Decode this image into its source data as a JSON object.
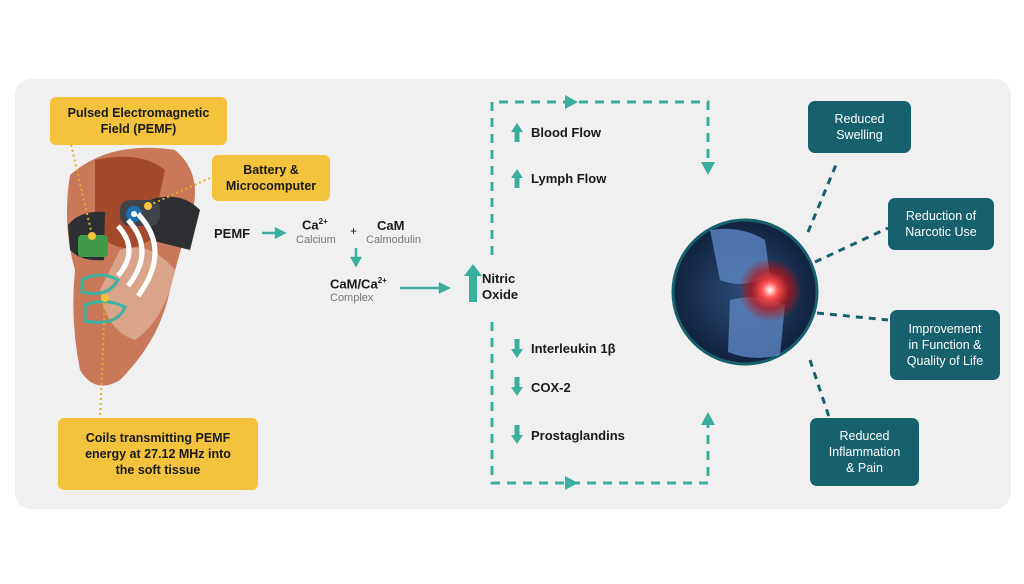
{
  "callouts": {
    "pemf": "Pulsed Electromagnetic\nField (PEMF)",
    "battery": "Battery &\nMicrocomputer",
    "coils": "Coils transmitting PEMF\nenergy at 27.12 MHz into\nthe soft tissue"
  },
  "pathway": {
    "pemf": "PEMF",
    "ca": "Ca",
    "ca_sup": "2+",
    "ca_sub": "Calcium",
    "plus": "+",
    "cam": "CaM",
    "cam_sub": "Calmodulin",
    "complex": "CaM/Ca",
    "complex_sup": "2+",
    "complex_sub": "Complex",
    "nitric": "Nitric\nOxide"
  },
  "increases": [
    "Blood Flow",
    "Lymph Flow"
  ],
  "decreases": [
    "Interleukin 1β",
    "COX-2",
    "Prostaglandins"
  ],
  "outcomes": [
    "Reduced\nSwelling",
    "Reduction of\nNarcotic Use",
    "Improvement\nin Function &\nQuality of Life",
    "Reduced\nInflammation\n& Pain"
  ],
  "colors": {
    "teal_arrow": "#3aaf9e",
    "dark_teal": "#17606e",
    "callout": "#f3c33e",
    "panel": "#f0f0f0"
  }
}
